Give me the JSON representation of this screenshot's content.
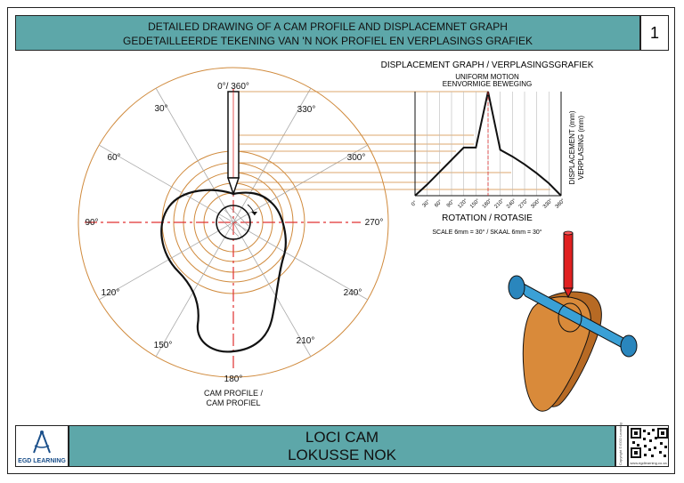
{
  "header": {
    "title_en": "DETAILED DRAWING OF A CAM PROFILE AND DISPLACEMNET GRAPH",
    "title_af": "GEDETAILLEERDE TEKENING VAN 'N NOK PROFIEL EN VERPLASINGS GRAFIEK",
    "page_number": "1"
  },
  "cam": {
    "angle_labels": {
      "a0": "0°/ 360°",
      "a30": "30°",
      "a60": "60°",
      "a90": "90°",
      "a120": "120°",
      "a150": "150°",
      "a180": "180°",
      "a210": "210°",
      "a240": "240°",
      "a270": "270°",
      "a300": "300°",
      "a330": "330°"
    },
    "caption_line1": "CAM PROFILE /",
    "caption_line2": "CAM PROFIEL"
  },
  "graph": {
    "title": "DISPLACEMENT GRAPH / VERPLASINGSGRAFIEK",
    "motion_en": "UNIFORM MOTION",
    "motion_af": "EENVORMIGE BEWEGING",
    "ylabel_en": "DISPLACEMENT (mm)",
    "ylabel_af": "VERPLASING (mm)",
    "xlabel": "ROTATION / ROTASIE",
    "scale": "SCALE 6mm = 30° / SKAAL 6mm = 30°",
    "ticks": [
      "0°",
      "30°",
      "60°",
      "90°",
      "120°",
      "150°",
      "180°",
      "210°",
      "240°",
      "270°",
      "300°",
      "330°",
      "360°"
    ]
  },
  "footer": {
    "line1": "LOCI CAM",
    "line2": "LOKUSSE NOK",
    "logo_text": "EGD LEARNING",
    "copyright": "Copyright © EGD Learning",
    "qr_caption": "www.egdlearning.co.za"
  },
  "colors": {
    "teal": "#5da7a9",
    "construction": "#d08a3c",
    "centerline": "#e03030",
    "shaft": "#3aa0d6",
    "cam_body": "#d98a3a",
    "follower": "#e02020"
  },
  "chart_data": {
    "type": "line",
    "title": "DISPLACEMENT GRAPH / VERPLASINGSGRAFIEK",
    "xlabel": "ROTATION / ROTASIE",
    "ylabel": "DISPLACEMENT (mm)",
    "x": [
      0,
      30,
      60,
      90,
      120,
      150,
      180,
      210,
      240,
      270,
      300,
      330,
      360
    ],
    "y": [
      0,
      10,
      21,
      32,
      43,
      43,
      93,
      41,
      35,
      28,
      20,
      11,
      0
    ],
    "xlim": [
      0,
      360
    ],
    "grid": true
  }
}
